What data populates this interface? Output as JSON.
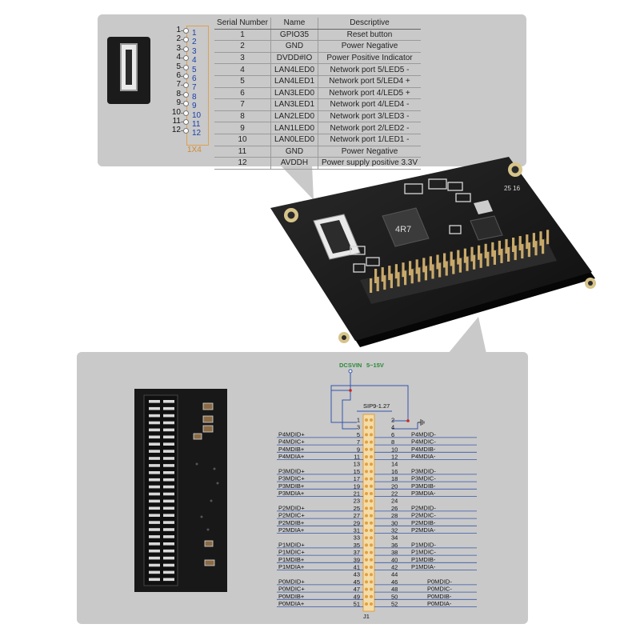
{
  "header_pins": {
    "left_numbers": [
      "1",
      "2",
      "3",
      "4",
      "5",
      "6",
      "7",
      "8",
      "9",
      "10",
      "11",
      "12"
    ],
    "right_numbers": [
      "1",
      "2",
      "3",
      "4",
      "5",
      "6",
      "7",
      "8",
      "9",
      "10",
      "11",
      "12"
    ],
    "caption": "1X4"
  },
  "table": {
    "headers": [
      "Serial Number",
      "Name",
      "Descriptive"
    ],
    "rows": [
      [
        "1",
        "GPIO35",
        "Reset button"
      ],
      [
        "2",
        "GND",
        "Power Negative"
      ],
      [
        "3",
        "DVDD#IO",
        "Power Positive Indicator"
      ],
      [
        "4",
        "LAN4LED0",
        "Network port 5/LED5 -"
      ],
      [
        "5",
        "LAN4LED1",
        "Network port 5/LED4 +"
      ],
      [
        "6",
        "LAN3LED0",
        "Network port 4/LED5 +"
      ],
      [
        "7",
        "LAN3LED1",
        "Network port 4/LED4 -"
      ],
      [
        "8",
        "LAN2LED0",
        "Network port 3/LED3 -"
      ],
      [
        "9",
        "LAN1LED0",
        "Network port 2/LED2 -"
      ],
      [
        "10",
        "LAN0LED0",
        "Network port 1/LED1 -"
      ],
      [
        "11",
        "GND",
        "Power Negative"
      ],
      [
        "12",
        "AVDDH",
        "Power supply positive 3.3V"
      ]
    ]
  },
  "board": {
    "inductor_label": "4R7",
    "silk_label": "25 16"
  },
  "schematic": {
    "power_label": "DCSVIN",
    "voltage_label": "5~15V",
    "part_label": "SIP9-1.27",
    "connector_label": "J1",
    "top_pins_left": [
      "1",
      "3"
    ],
    "top_pins_right": [
      "2",
      "4"
    ],
    "left_pins": [
      {
        "num": "5",
        "label": "P4MDID+"
      },
      {
        "num": "7",
        "label": "P4MDIC+"
      },
      {
        "num": "9",
        "label": "P4MDIB+"
      },
      {
        "num": "11",
        "label": "P4MDIA+"
      },
      {
        "num": "13",
        "label": ""
      },
      {
        "num": "15",
        "label": "P3MDID+"
      },
      {
        "num": "17",
        "label": "P3MDIC+"
      },
      {
        "num": "19",
        "label": "P3MDIB+"
      },
      {
        "num": "21",
        "label": "P3MDIA+"
      },
      {
        "num": "23",
        "label": ""
      },
      {
        "num": "25",
        "label": "P2MDID+"
      },
      {
        "num": "27",
        "label": "P2MDIC+"
      },
      {
        "num": "29",
        "label": "P2MDIB+"
      },
      {
        "num": "31",
        "label": "P2MDIA+"
      },
      {
        "num": "33",
        "label": ""
      },
      {
        "num": "35",
        "label": "P1MDID+"
      },
      {
        "num": "37",
        "label": "P1MDIC+"
      },
      {
        "num": "39",
        "label": "P1MDIB+"
      },
      {
        "num": "41",
        "label": "P1MDIA+"
      },
      {
        "num": "43",
        "label": ""
      },
      {
        "num": "45",
        "label": "P0MDID+"
      },
      {
        "num": "47",
        "label": "P0MDIC+"
      },
      {
        "num": "49",
        "label": "P0MDIB+"
      },
      {
        "num": "51",
        "label": "P0MDIA+"
      }
    ],
    "right_pins": [
      {
        "num": "6",
        "label": "P4MDID-"
      },
      {
        "num": "8",
        "label": "P4MDIC-"
      },
      {
        "num": "10",
        "label": "P4MDIB-"
      },
      {
        "num": "12",
        "label": "P4MDIA-"
      },
      {
        "num": "14",
        "label": ""
      },
      {
        "num": "16",
        "label": "P3MDID-"
      },
      {
        "num": "18",
        "label": "P3MDIC-"
      },
      {
        "num": "20",
        "label": "P3MDIB-"
      },
      {
        "num": "22",
        "label": "P3MDIA-"
      },
      {
        "num": "24",
        "label": ""
      },
      {
        "num": "26",
        "label": "P2MDID-"
      },
      {
        "num": "28",
        "label": "P2MDIC-"
      },
      {
        "num": "30",
        "label": "P2MDIB-"
      },
      {
        "num": "32",
        "label": "P2MDIA-"
      },
      {
        "num": "34",
        "label": ""
      },
      {
        "num": "36",
        "label": "P1MDID-"
      },
      {
        "num": "38",
        "label": "P1MDIC-"
      },
      {
        "num": "40",
        "label": "P1MDIB-"
      },
      {
        "num": "42",
        "label": "P1MDIA-"
      },
      {
        "num": "44",
        "label": ""
      },
      {
        "num": "46",
        "label": "P0MDID-"
      },
      {
        "num": "48",
        "label": "P0MDIC-"
      },
      {
        "num": "50",
        "label": "P0MDIB-"
      },
      {
        "num": "52",
        "label": "P0MDIA-"
      }
    ]
  },
  "colors": {
    "panel": "#c9c9c9",
    "pcb": "#151515",
    "net_blue": "#3355aa",
    "power_green": "#2a8a3a",
    "pin_orange": "#e0a040",
    "junction_red": "#d22222"
  }
}
